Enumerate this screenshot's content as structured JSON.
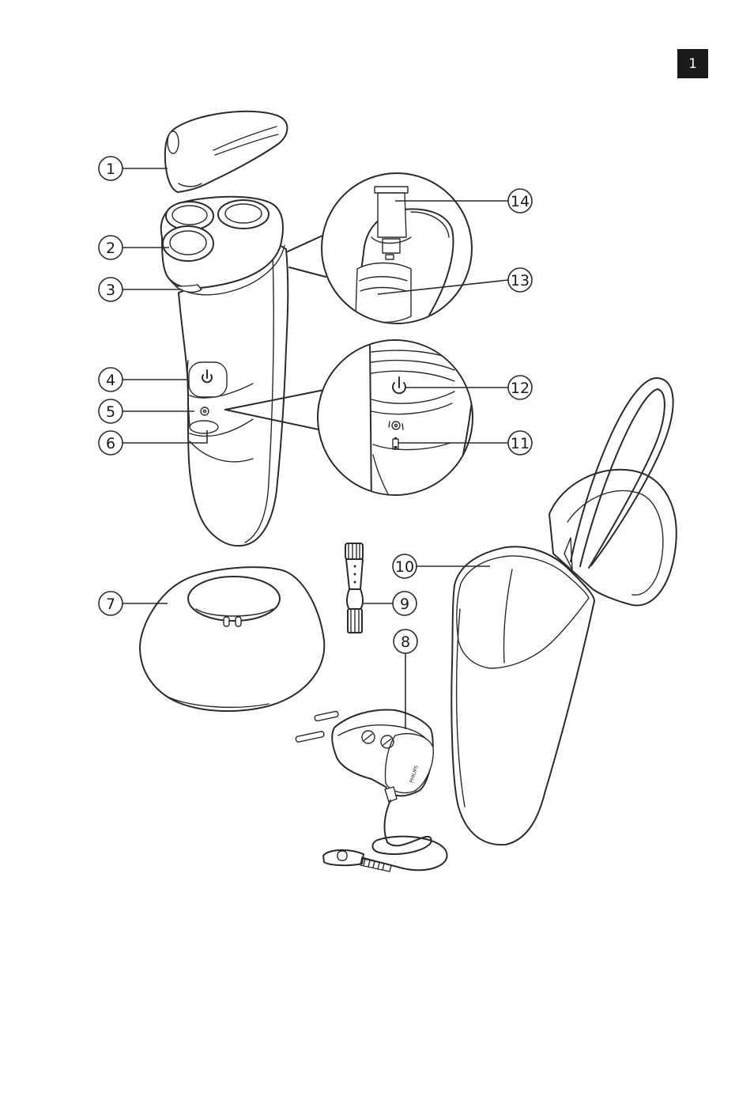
{
  "page_number": "1",
  "callouts": [
    {
      "label": "1"
    },
    {
      "label": "2"
    },
    {
      "label": "3"
    },
    {
      "label": "4"
    },
    {
      "label": "5"
    },
    {
      "label": "6"
    },
    {
      "label": "7"
    },
    {
      "label": "8"
    },
    {
      "label": "9"
    },
    {
      "label": "10"
    },
    {
      "label": "11"
    },
    {
      "label": "12"
    },
    {
      "label": "13"
    },
    {
      "label": "14"
    }
  ],
  "adapter_brand": "PHILIPS",
  "icons": [
    "power-icon",
    "shaving-head-icon",
    "battery-icon"
  ]
}
